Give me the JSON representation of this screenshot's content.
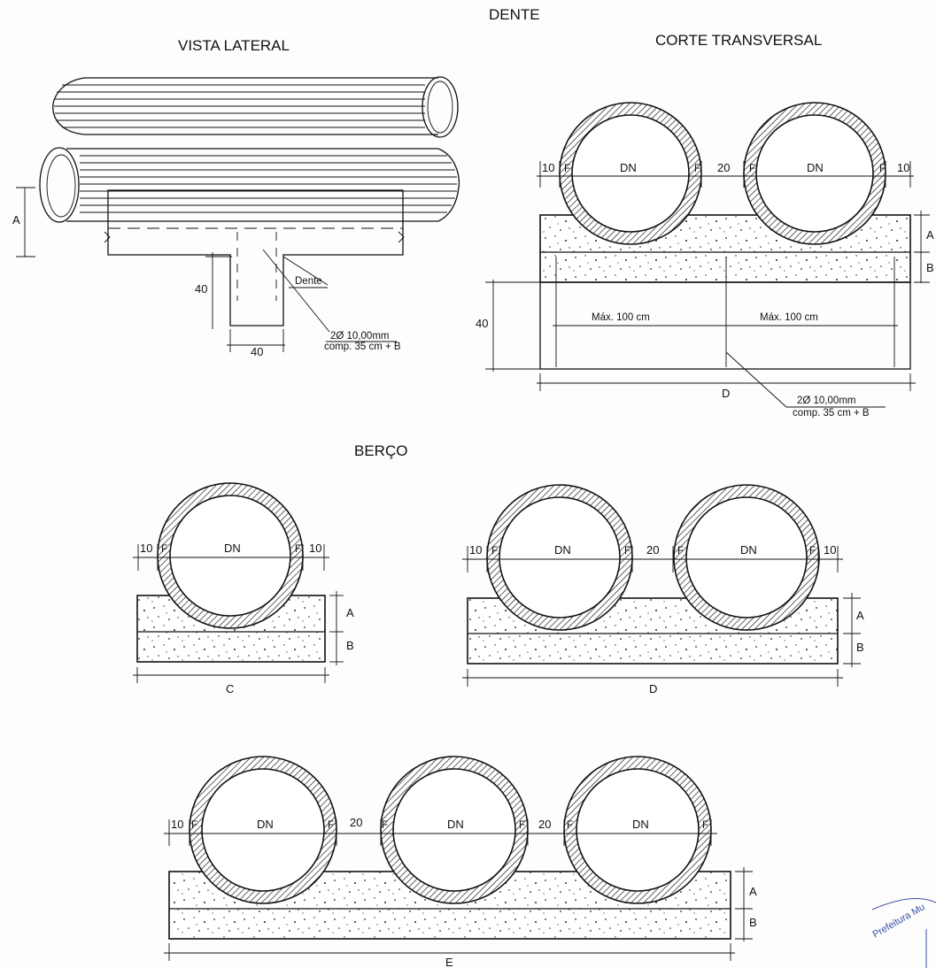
{
  "titles": {
    "dente": "DENTE",
    "vista_lateral": "VISTA LATERAL",
    "corte_transversal": "CORTE TRANSVERSAL",
    "berco": "BERÇO"
  },
  "labels": {
    "dn": "DN",
    "f": "F",
    "a": "A",
    "b": "B",
    "c": "C",
    "d": "D",
    "e": "E",
    "ten": "10",
    "twenty": "20",
    "forty": "40",
    "dente_label": "Dente",
    "rebar_line1": "2Ø 10,00mm",
    "rebar_line2": "comp. 35 cm + B",
    "max_spacing": "Máx. 100 cm"
  },
  "stamp": {
    "text": "Prefeitura Mu",
    "color": "#3b4fa8"
  }
}
